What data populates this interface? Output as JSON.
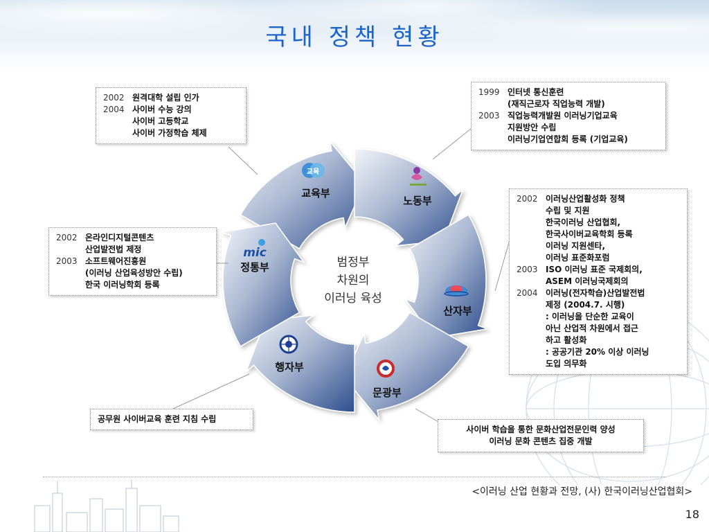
{
  "slide": {
    "title": "국내 정책 현황",
    "source": "<이러닝 산업 현황과 전망, (사) 한국이러닝산업협회>",
    "page_number": "18"
  },
  "cycle": {
    "center_lines": [
      "범정부",
      "차원의",
      "이러닝 육성"
    ],
    "ministries": [
      {
        "label": "교육부",
        "icon": "ministry-of-education-logo"
      },
      {
        "label": "노동부",
        "icon": "ministry-of-labor-logo"
      },
      {
        "label": "산자부",
        "icon": "ministry-of-commerce-industry-energy-logo"
      },
      {
        "label": "문광부",
        "icon": "ministry-of-culture-tourism-logo"
      },
      {
        "label": "행자부",
        "icon": "ministry-of-government-administration-logo"
      },
      {
        "label": "정통부",
        "icon": "ministry-of-information-communication-logo"
      }
    ],
    "mic_logo_text": "mic",
    "edu_logo_text": "교육"
  },
  "callouts": {
    "education": [
      {
        "year": "2002",
        "text": "원격대학 설립 인가"
      },
      {
        "year": "2004",
        "text": "사이버 수능 강의"
      },
      {
        "year": "",
        "text": "사이버 고등학교"
      },
      {
        "year": "",
        "text": "사이버 가정학습 체제"
      }
    ],
    "labor": [
      {
        "year": "1999",
        "text": "인터넷 통신훈련"
      },
      {
        "year": "",
        "text": "(재직근로자 직업능력 개발)"
      },
      {
        "year": "2003",
        "text": "직업능력개발원 이러닝기업교육"
      },
      {
        "year": "",
        "text": "지원방안 수립"
      },
      {
        "year": "",
        "text": "이러닝기업연합회 등록 (기업교육)"
      }
    ],
    "commerce": [
      {
        "year": "2002",
        "text": "이러닝산업활성화 정책"
      },
      {
        "year": "",
        "text": "수립 및 지원"
      },
      {
        "year": "",
        "text": "한국이러닝 산업협회,"
      },
      {
        "year": "",
        "text": "한국사이버교육학회 등록"
      },
      {
        "year": "",
        "text": "이러닝 지원센타,"
      },
      {
        "year": "",
        "text": "이러닝 표준화포럼"
      },
      {
        "year": "2003",
        "text": "ISO 이러닝 표준 국제회의,"
      },
      {
        "year": "",
        "text": "ASEM 이러닝국제회의"
      },
      {
        "year": "2004",
        "text": "이러닝(전자학습)산업발전법"
      },
      {
        "year": "",
        "text": "제정 (2004.7. 시행)"
      },
      {
        "year": "",
        "text": ": 이러닝을 단순한 교육이"
      },
      {
        "year": "",
        "text": "  아닌 산업적 차원에서 접근"
      },
      {
        "year": "",
        "text": "  하고 활성화"
      },
      {
        "year": "",
        "text": ": 공공기관 20% 이상 이러닝"
      },
      {
        "year": "",
        "text": "  도입 의무화"
      }
    ],
    "ict": [
      {
        "year": "2002",
        "text": "온라인디지털콘텐츠"
      },
      {
        "year": "",
        "text": "산업발전법 제정"
      },
      {
        "year": "2003",
        "text": "소프트웨어진흥원"
      },
      {
        "year": "",
        "text": "(이러닝 산업육성방안 수립)"
      },
      {
        "year": "",
        "text": "한국 이러닝학회 등록"
      }
    ],
    "administration": [
      "공무원 사이버교육 훈련 지침 수립"
    ],
    "culture": [
      "사이버 학습을 통한 문화산업전문인력 양성",
      "이러닝 문화 콘텐츠 집중 개발"
    ]
  },
  "colors": {
    "title": "#1d64c8",
    "arrow_dark": "#2f4f8f",
    "arrow_light": "#e8ecf3"
  }
}
